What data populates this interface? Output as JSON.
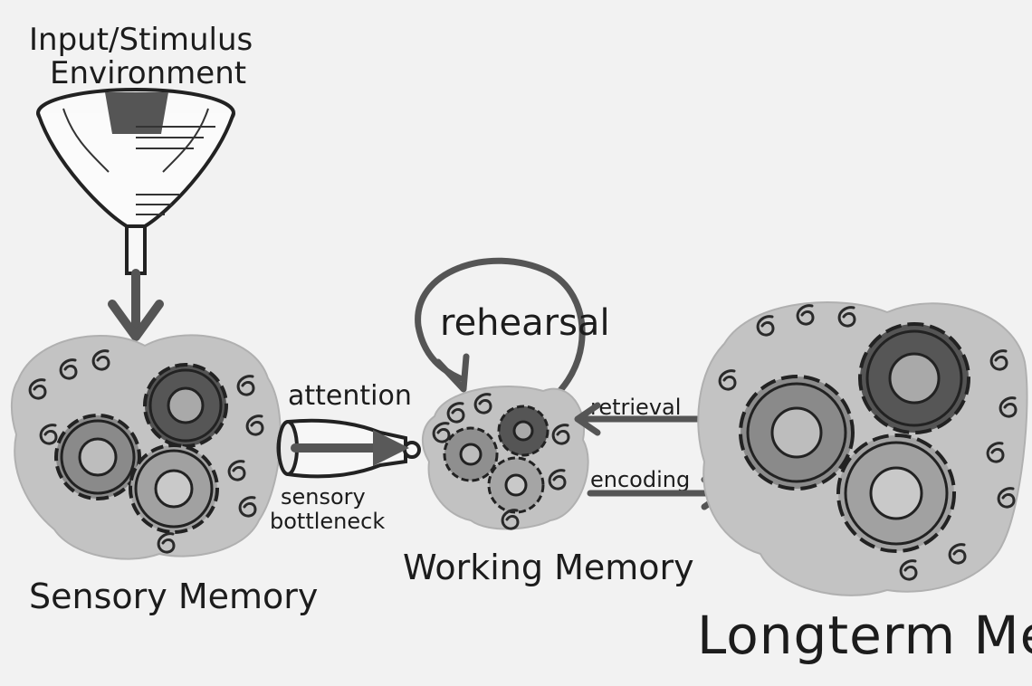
{
  "diagram": {
    "input_line1": "Input/Stimulus",
    "input_line2": "Environment",
    "attention": "attention",
    "bottleneck_line1": "sensory",
    "bottleneck_line2": "bottleneck",
    "rehearsal": "rehearsal",
    "retrieval": "retrieval",
    "encoding": "encoding",
    "sensory_memory": "Sensory Memory",
    "working_memory": "Working Memory",
    "longterm_memory": "Longterm Memory"
  },
  "icons": [
    "funnel-icon",
    "gears-icon",
    "bottle-icon",
    "swirl-icon"
  ]
}
